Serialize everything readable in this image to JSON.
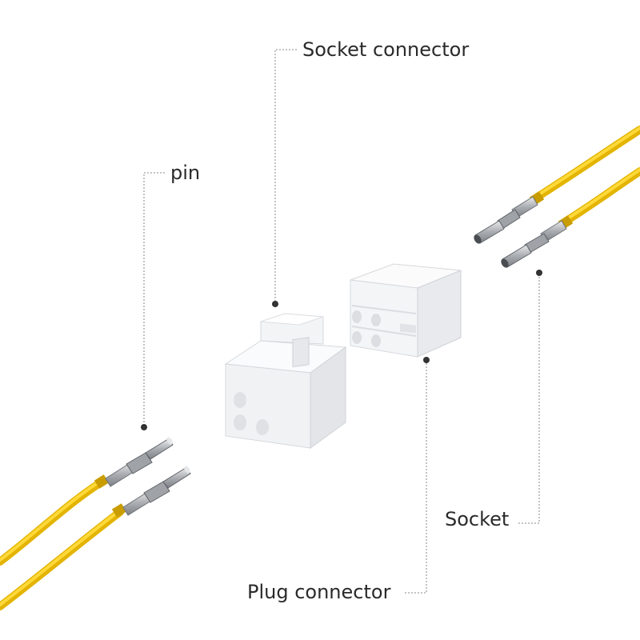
{
  "labels": {
    "socket_connector": "Socket connector",
    "pin": "pin",
    "socket": "Socket",
    "plug_connector": "Plug connector"
  },
  "colors": {
    "wire": "#f2c100",
    "wire_dark": "#c99c00",
    "housing": "#f4f5f7",
    "housing_shadow": "#dfe1e5",
    "metal": "#b9bcc0",
    "leader": "#888888",
    "text": "#2a2a2a"
  }
}
